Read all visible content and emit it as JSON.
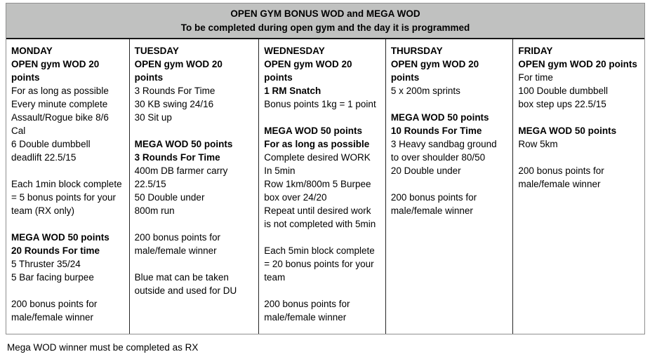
{
  "table": {
    "title_line1": "OPEN GYM BONUS WOD and MEGA WOD",
    "title_line2": "To be completed during open gym and the day it is programmed",
    "columns": [
      {
        "day": "monday",
        "blocks": [
          {
            "bold": true,
            "text": "MONDAY"
          },
          {
            "bold": true,
            "text": "OPEN gym WOD 20 points"
          },
          {
            "bold": false,
            "text": "For as long as possible"
          },
          {
            "bold": false,
            "text": "Every minute complete"
          },
          {
            "bold": false,
            "text": "Assault/Rogue bike 8/6 Cal"
          },
          {
            "bold": false,
            "text": "6 Double dumbbell"
          },
          {
            "bold": false,
            "text": "deadlift 22.5/15"
          },
          {
            "bold": false,
            "text": ""
          },
          {
            "bold": false,
            "text": "Each 1min block complete = 5 bonus points for your team (RX only)"
          },
          {
            "bold": false,
            "text": ""
          },
          {
            "bold": true,
            "text": "MEGA WOD 50 points"
          },
          {
            "bold": true,
            "text": "20 Rounds For time"
          },
          {
            "bold": false,
            "text": "5 Thruster 35/24"
          },
          {
            "bold": false,
            "text": "5 Bar facing burpee"
          },
          {
            "bold": false,
            "text": ""
          },
          {
            "bold": false,
            "text": "200 bonus points for male/female winner"
          }
        ]
      },
      {
        "day": "tuesday",
        "blocks": [
          {
            "bold": true,
            "text": "TUESDAY"
          },
          {
            "bold": true,
            "text": "OPEN gym WOD 20 points"
          },
          {
            "bold": false,
            "text": "3 Rounds For Time"
          },
          {
            "bold": false,
            "text": "30 KB swing 24/16"
          },
          {
            "bold": false,
            "text": "30 Sit up"
          },
          {
            "bold": false,
            "text": ""
          },
          {
            "bold": true,
            "text": "MEGA WOD 50 points"
          },
          {
            "bold": true,
            "text": "3 Rounds For Time"
          },
          {
            "bold": false,
            "text": "400m DB farmer carry 22.5/15"
          },
          {
            "bold": false,
            "text": "50 Double under"
          },
          {
            "bold": false,
            "text": "800m run"
          },
          {
            "bold": false,
            "text": ""
          },
          {
            "bold": false,
            "text": "200 bonus points for male/female winner"
          },
          {
            "bold": false,
            "text": ""
          },
          {
            "bold": false,
            "text": "Blue mat can be taken outside and used for DU"
          }
        ]
      },
      {
        "day": "wednesday",
        "blocks": [
          {
            "bold": true,
            "text": "WEDNESDAY"
          },
          {
            "bold": true,
            "text": "OPEN gym WOD 20 points"
          },
          {
            "bold": true,
            "text": "1 RM Snatch"
          },
          {
            "bold": false,
            "text": "Bonus points 1kg = 1 point"
          },
          {
            "bold": false,
            "text": ""
          },
          {
            "bold": true,
            "text": "MEGA WOD 50 points"
          },
          {
            "bold": true,
            "text": "For as long as possible"
          },
          {
            "bold": false,
            "text": "Complete desired WORK"
          },
          {
            "bold": false,
            "text": "In 5min"
          },
          {
            "bold": false,
            "text": "Row 1km/800m 5 Burpee"
          },
          {
            "bold": false,
            "text": "box over 24/20"
          },
          {
            "bold": false,
            "text": "Repeat until desired work is not completed with 5min"
          },
          {
            "bold": false,
            "text": ""
          },
          {
            "bold": false,
            "text": "Each 5min block complete = 20 bonus points for your team"
          },
          {
            "bold": false,
            "text": ""
          },
          {
            "bold": false,
            "text": "200 bonus points for male/female winner"
          }
        ]
      },
      {
        "day": "thursday",
        "blocks": [
          {
            "bold": true,
            "text": "THURSDAY"
          },
          {
            "bold": true,
            "text": "OPEN gym WOD 20 points"
          },
          {
            "bold": false,
            "text": "5 x 200m sprints"
          },
          {
            "bold": false,
            "text": ""
          },
          {
            "bold": true,
            "text": "MEGA WOD 50 points"
          },
          {
            "bold": true,
            "text": "10 Rounds For Time"
          },
          {
            "bold": false,
            "text": "3 Heavy sandbag ground"
          },
          {
            "bold": false,
            "text": "to over shoulder 80/50"
          },
          {
            "bold": false,
            "text": "20 Double under"
          },
          {
            "bold": false,
            "text": ""
          },
          {
            "bold": false,
            "text": "200 bonus points for male/female winner"
          }
        ]
      },
      {
        "day": "friday",
        "blocks": [
          {
            "bold": true,
            "text": "FRIDAY"
          },
          {
            "bold": true,
            "text": "OPEN gym WOD 20 points"
          },
          {
            "bold": false,
            "text": "For time"
          },
          {
            "bold": false,
            "text": "100 Double dumbbell"
          },
          {
            "bold": false,
            "text": "box step ups 22.5/15"
          },
          {
            "bold": false,
            "text": ""
          },
          {
            "bold": true,
            "text": "MEGA WOD 50 points"
          },
          {
            "bold": false,
            "text": "Row 5km"
          },
          {
            "bold": false,
            "text": ""
          },
          {
            "bold": false,
            "text": "200 bonus points for male/female winner"
          }
        ]
      }
    ]
  },
  "footer_note": "Mega WOD winner must be completed as RX",
  "colors": {
    "header_bg": "#c0c1c0",
    "border_outer": "#8f8f8f",
    "border_inner": "#262626",
    "text": "#000000"
  }
}
